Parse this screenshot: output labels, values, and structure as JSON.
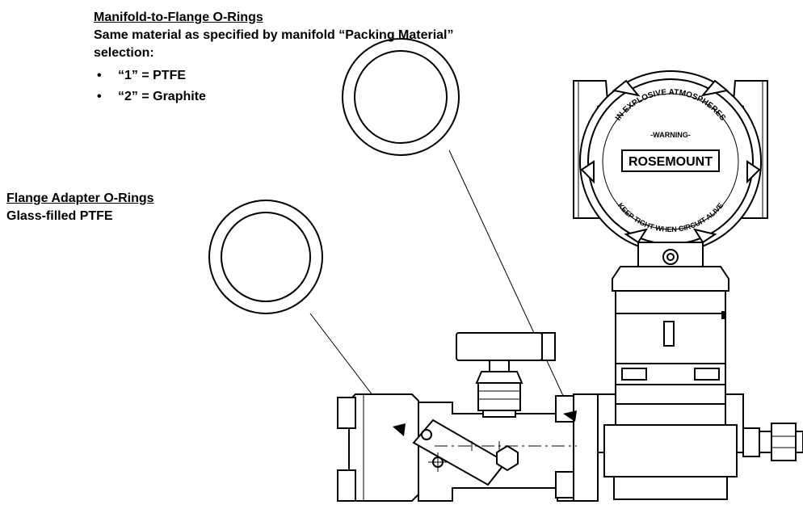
{
  "manifold": {
    "title": "Manifold-to-Flange O-Rings",
    "desc_line1": "Same material as specified by manifold “Packing Material”",
    "desc_line2": "selection:",
    "options": [
      "“1”    = PTFE",
      "“2” = Graphite"
    ]
  },
  "flange_adapter": {
    "title": "Flange Adapter O-Rings",
    "desc": "Glass-filled PTFE"
  },
  "housing": {
    "brand": "ROSEMOUNT",
    "warning_arc": "IN EXPLOSIVE ATMOSPHERES",
    "warning_word": "-WARNING-",
    "warning_bottom": "KEEP TIGHT WHEN CIRCUIT ALIVE"
  }
}
